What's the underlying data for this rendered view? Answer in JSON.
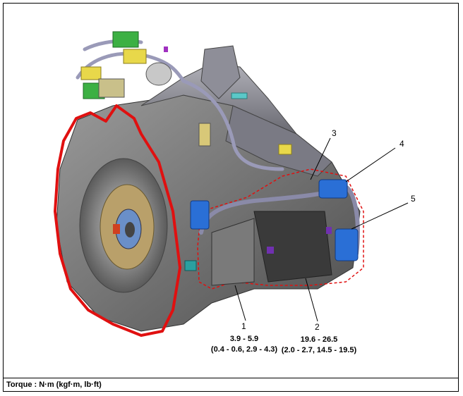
{
  "footer": {
    "torque_units": "Torque : N·m (kgf·m, lb·ft)"
  },
  "callouts": [
    {
      "id": "1",
      "label": "1",
      "spec_nm": "3.9 - 5.9",
      "spec_alt": "(0.4 - 0.6, 2.9 - 4.3)"
    },
    {
      "id": "2",
      "label": "2",
      "spec_nm": "19.6 - 26.5",
      "spec_alt": "(2.0 - 2.7, 14.5 - 19.5)"
    },
    {
      "id": "3",
      "label": "3"
    },
    {
      "id": "4",
      "label": "4"
    },
    {
      "id": "5",
      "label": "5"
    }
  ],
  "colors": {
    "highlight_outline": "#e01010",
    "connector_blue": "#2a6fd6",
    "connector_green": "#3cb043",
    "connector_yellow": "#e8d84a",
    "housing_gray": "#6e6e6e"
  }
}
